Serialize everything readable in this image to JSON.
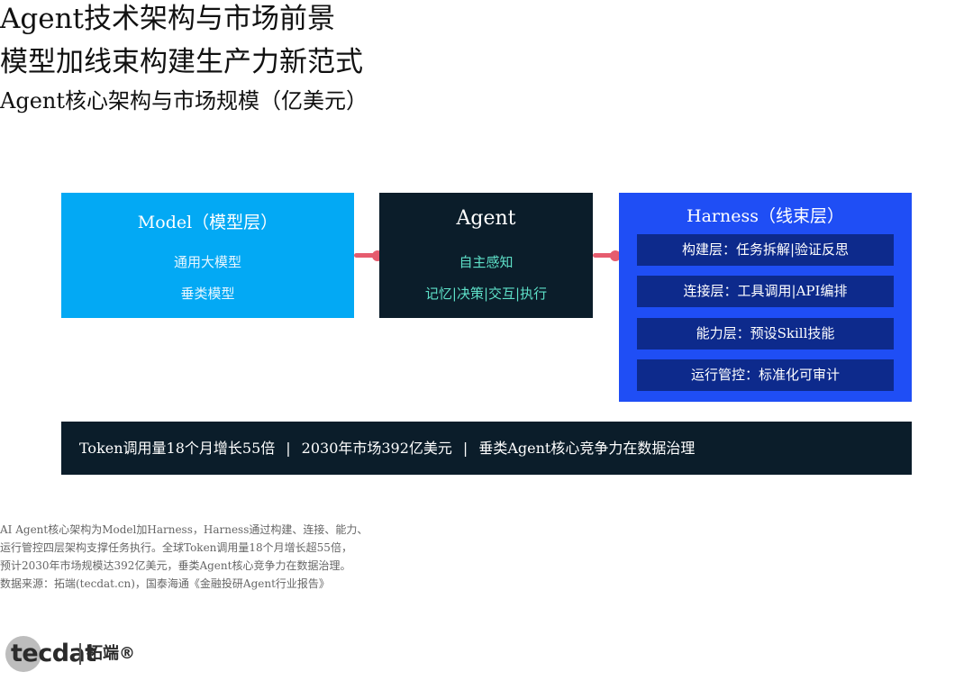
{
  "titles": {
    "main": "Agent技术架构与市场前景",
    "subtitle": "模型加线束构建生产力新范式",
    "chart_title": "Agent核心架构与市场规模（亿美元）"
  },
  "diagram": {
    "model": {
      "title": "Model（模型层）",
      "items": [
        "通用大模型",
        "垂类模型"
      ]
    },
    "agent": {
      "title": "Agent",
      "items": [
        "自主感知",
        "记忆|决策|交互|执行"
      ]
    },
    "harness": {
      "title": "Harness（线束层）",
      "layers": [
        "构建层：任务拆解|验证反思",
        "连接层：工具调用|API编排",
        "能力层：预设Skill技能",
        "运行管控：标准化可审计"
      ]
    }
  },
  "stats_bar": {
    "items": [
      "Token调用量18个月增长55倍",
      "2030年市场392亿美元",
      "垂类Agent核心竞争力在数据治理"
    ],
    "separator": "|"
  },
  "notes": [
    "AI Agent核心架构为Model加Harness，Harness通过构建、连接、能力、",
    "运行管控四层架构支撑任务执行。全球Token调用量18个月增长超55倍，",
    "预计2030年市场规模达392亿美元，垂类Agent核心竞争力在数据治理。",
    "数据来源：拓端(tecdat.cn)，国泰海通《金融投研Agent行业报告》"
  ],
  "logo": {
    "wordmark": "tecdat",
    "cn": "拓端®"
  },
  "colors": {
    "model_fill": "#03A9F4",
    "agent_fill": "#0B1D2A",
    "harness_fill": "#1F4EF5",
    "harness_layer_fill": "#0D2A8C",
    "agent_text": "#5EE0C8",
    "model_text": "#E6F6FF",
    "connector": "#E65C6E",
    "stats_fill": "#0B1D2A",
    "logo_circle": "#BDBDBD"
  }
}
